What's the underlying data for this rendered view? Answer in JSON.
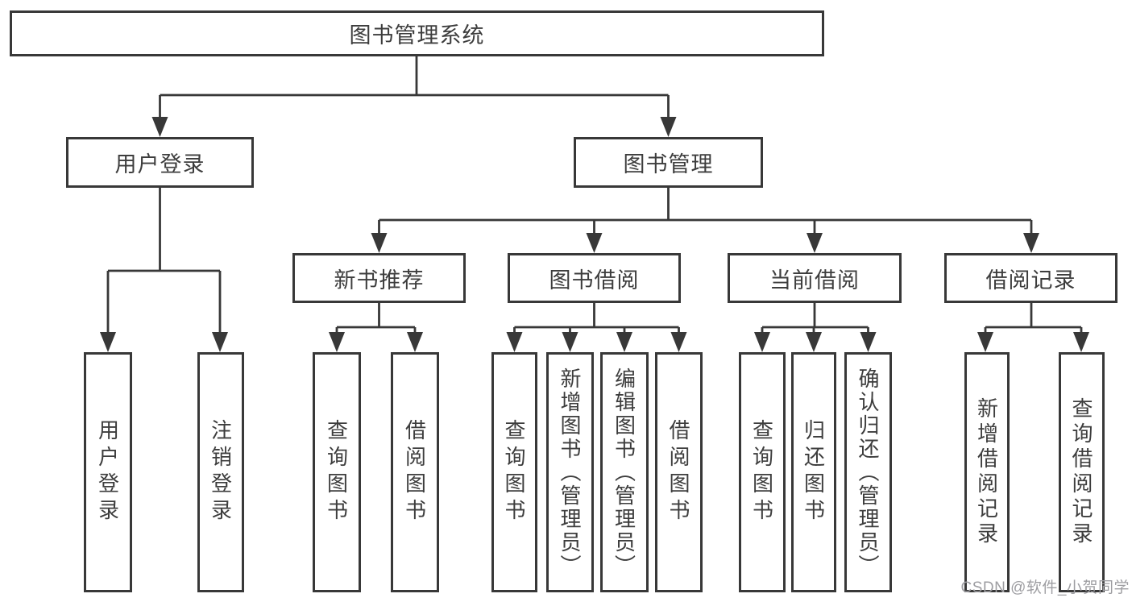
{
  "style": {
    "line-color": "#383838",
    "text-color": "#3d3d3d",
    "watermark-color": "#9e9ea2",
    "bg-color": "#ffffff"
  },
  "diagram": {
    "root": {
      "label": "图书管理系统"
    },
    "branches": [
      {
        "label": "用户登录",
        "children": [
          "用户登录",
          "注销登录"
        ]
      },
      {
        "label": "图书管理",
        "children": [
          {
            "label": "新书推荐",
            "children": [
              "查询图书",
              "借阅图书"
            ]
          },
          {
            "label": "图书借阅",
            "children": [
              "查询图书",
              "新增图书（管理员）",
              "编辑图书（管理员）",
              "借阅图书"
            ]
          },
          {
            "label": "当前借阅",
            "children": [
              "查询图书",
              "归还图书",
              "确认归还（管理员）"
            ]
          },
          {
            "label": "借阅记录",
            "children": [
              "新增借阅记录",
              "查询借阅记录"
            ]
          }
        ]
      }
    ],
    "watermark": "CSDN @软件_小贺同学"
  }
}
